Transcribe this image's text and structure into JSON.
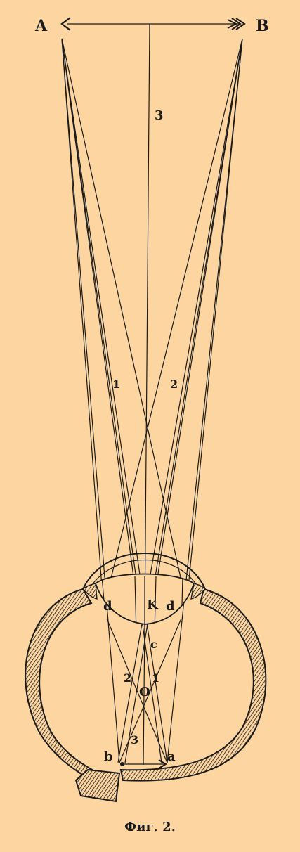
{
  "labels": {
    "point_a": "A",
    "point_b": "B",
    "ray_1": "1",
    "ray_2": "2",
    "ray_3": "3",
    "lens_left": "d",
    "lens_right": "d",
    "lens_center": "K",
    "point_c": "c",
    "inner_2": "2",
    "inner_1": "1",
    "point_o": "O",
    "inner_3": "3",
    "retina_b": "b",
    "retina_a": "a"
  },
  "caption": "Фиг. 2.",
  "colors": {
    "background": "#fcd5a0",
    "ink": "#1b1b1b"
  }
}
